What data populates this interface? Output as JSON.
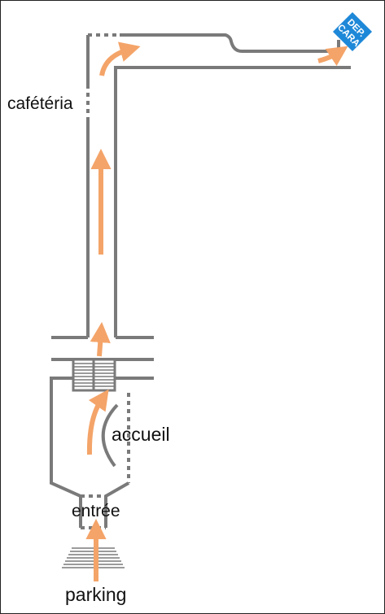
{
  "labels": {
    "cafeteria": "cafétéria",
    "accueil": "accueil",
    "entree": "entrée",
    "parking": "parking"
  },
  "badge": {
    "line1": "DEP.",
    "line2": "CARA"
  },
  "icons": [
    "route-arrow-icon",
    "department-badge-icon",
    "stairs-icon"
  ],
  "colors": {
    "wall": "#7a7a7a",
    "arrow": "#f4a469",
    "badge": "#1e88d8",
    "text": "#111111"
  }
}
